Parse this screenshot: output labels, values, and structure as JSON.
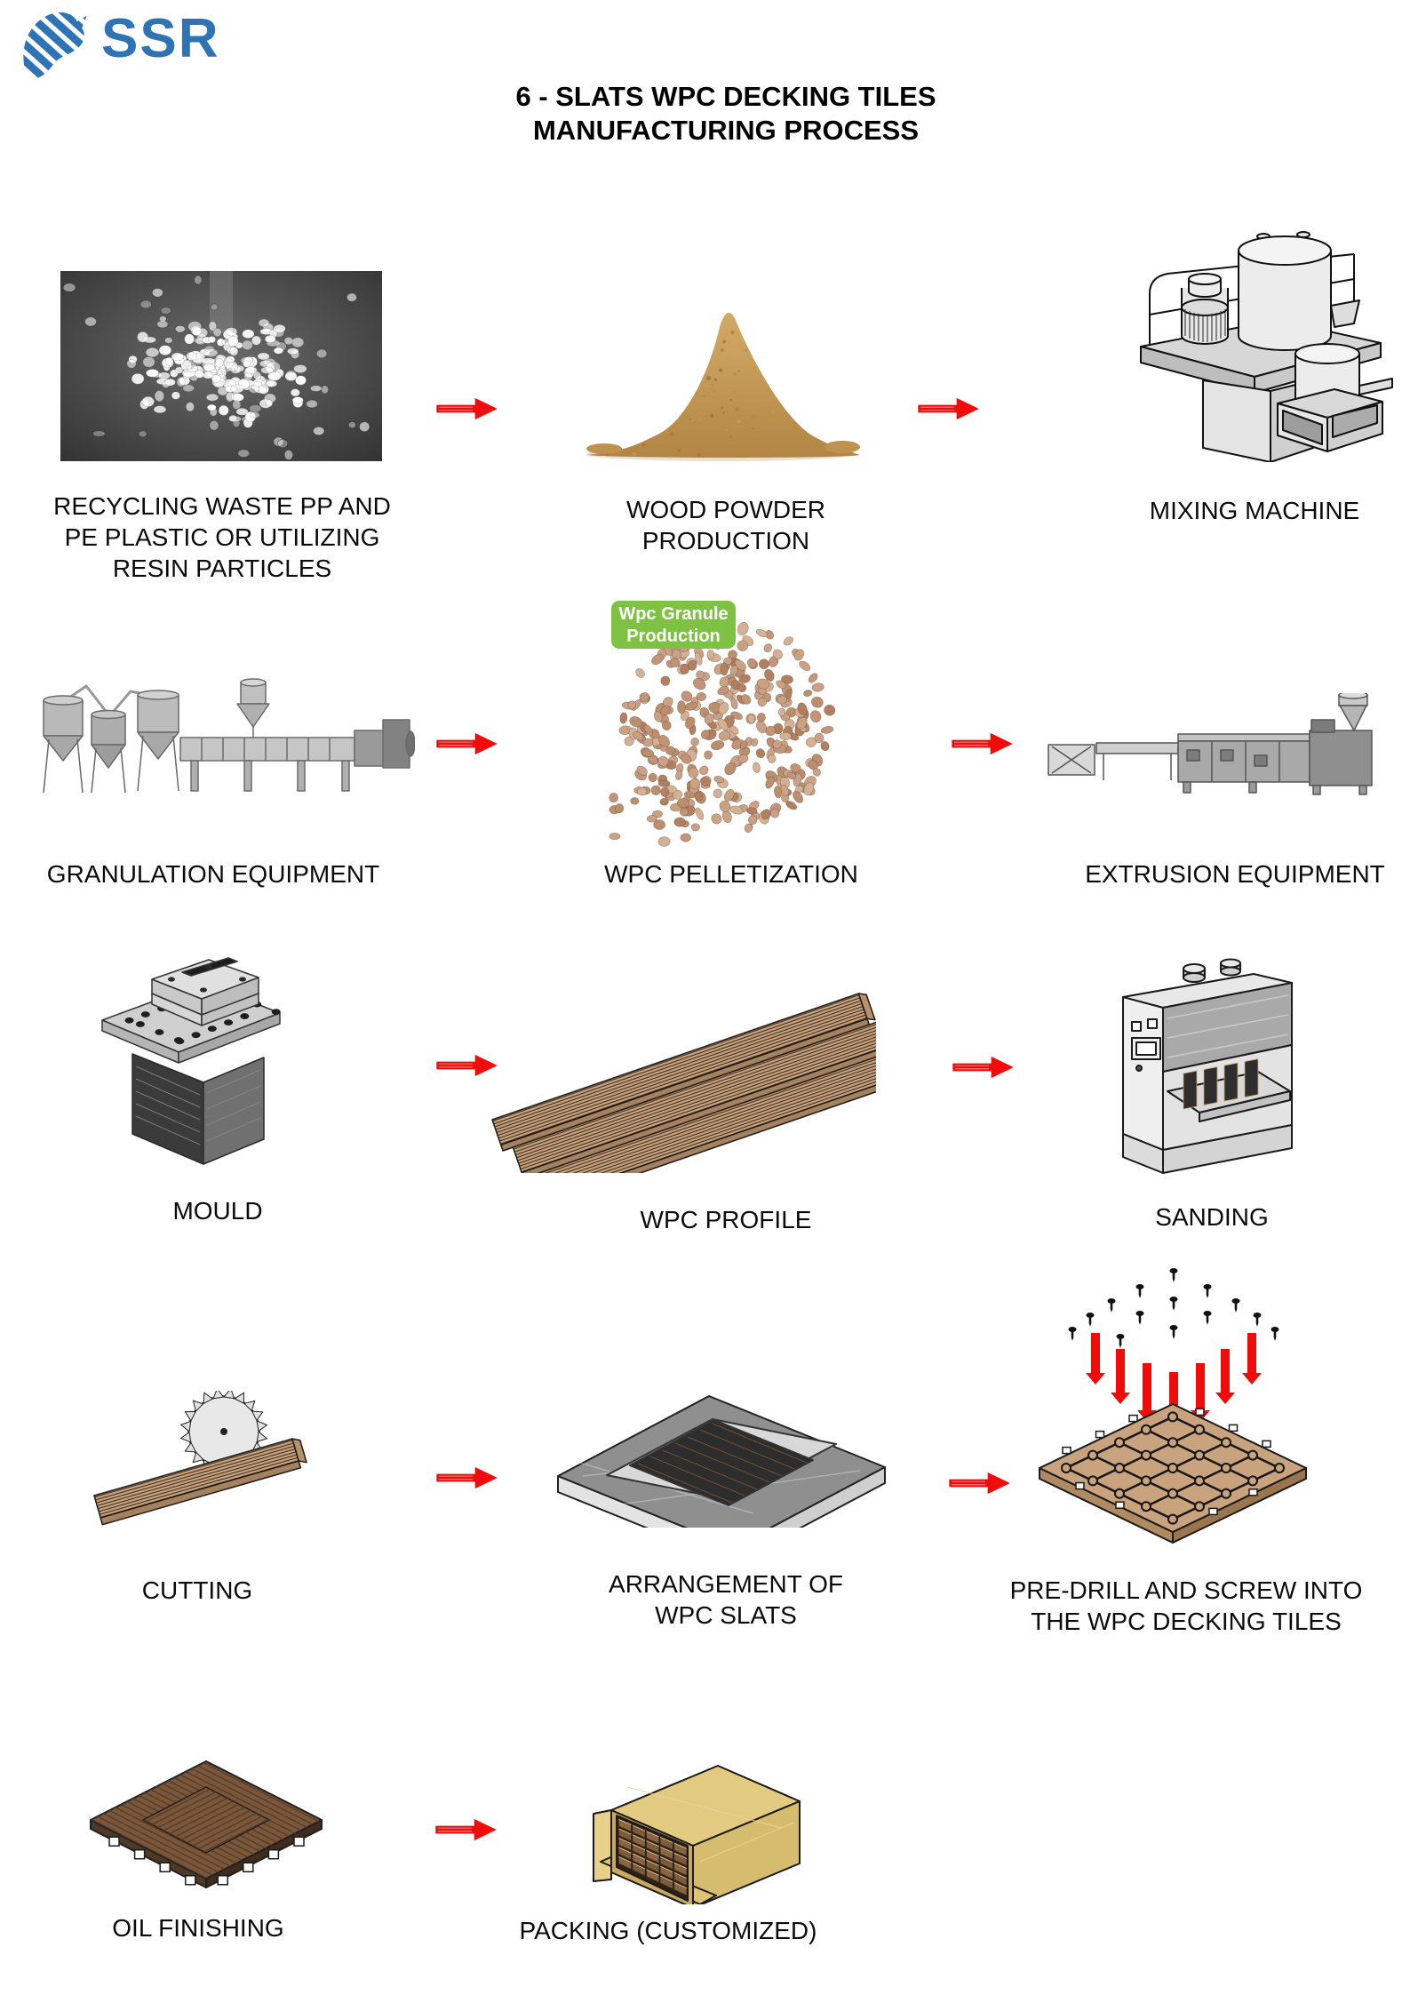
{
  "logo": {
    "text": "SSR"
  },
  "title": {
    "line1": "6 - SLATS WPC DECKING TILES",
    "line2": "MANUFACTURING PROCESS"
  },
  "pellet_badge": {
    "line1": "Wpc Granule",
    "line2": "Production"
  },
  "colors": {
    "logo_blue": "#2E74B5",
    "arrow_red": "#F10B0B",
    "badge_green": "#7DC242",
    "wood_tan": "#C8A37E",
    "dark_wood": "#7A573B"
  },
  "steps": [
    {
      "name": "recycling",
      "lines": [
        "RECYCLING WASTE PP AND",
        "PE PLASTIC OR UTILIZING",
        "RESIN PARTICLES"
      ]
    },
    {
      "name": "wood-powder",
      "lines": [
        "WOOD POWDER",
        "PRODUCTION"
      ]
    },
    {
      "name": "mixing",
      "label": "MIXING MACHINE"
    },
    {
      "name": "granulation",
      "label": "GRANULATION EQUIPMENT"
    },
    {
      "name": "pelletization",
      "label": "WPC PELLETIZATION"
    },
    {
      "name": "extrusion",
      "label": "EXTRUSION EQUIPMENT"
    },
    {
      "name": "mould",
      "label": "MOULD"
    },
    {
      "name": "profile",
      "label": "WPC PROFILE"
    },
    {
      "name": "sanding",
      "label": "SANDING"
    },
    {
      "name": "cutting",
      "label": "CUTTING"
    },
    {
      "name": "arrangement",
      "lines": [
        "ARRANGEMENT OF",
        "WPC SLATS"
      ]
    },
    {
      "name": "predrill",
      "lines": [
        "PRE-DRILL AND SCREW INTO",
        "THE WPC DECKING TILES"
      ]
    },
    {
      "name": "oil",
      "label": "OIL FINISHING"
    },
    {
      "name": "packing",
      "label": "PACKING (CUSTOMIZED)"
    }
  ]
}
